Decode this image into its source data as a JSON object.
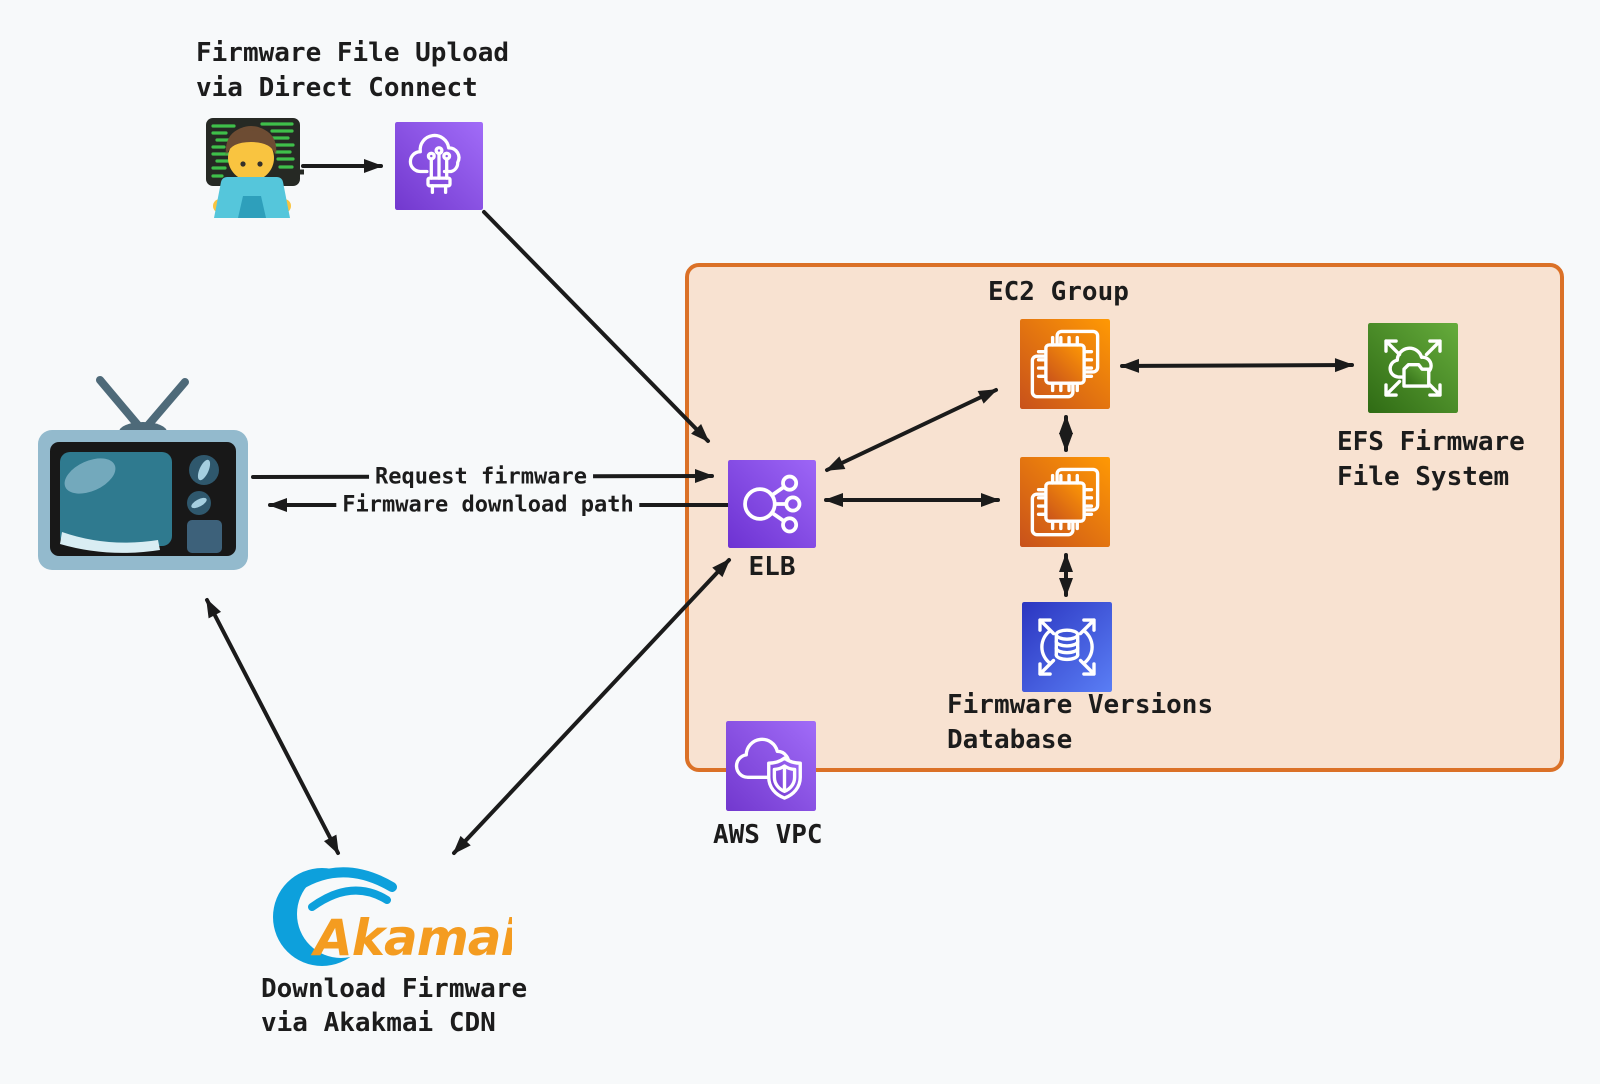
{
  "page": {
    "background_color": "#F7F9FA",
    "arrow_color": "#1B1B1B",
    "text_color": "#1C1C1C"
  },
  "upload_source": {
    "title_line1": "Firmware File Upload",
    "title_line2": "via Direct Connect",
    "icon": "technologist-emoji"
  },
  "direct_connect": {
    "icon": "aws-direct-connect-icon",
    "color_dark": "#7238CE",
    "color_light": "#A16CF8"
  },
  "client_device": {
    "icon": "television-emoji"
  },
  "flow_labels": {
    "request": "Request firmware",
    "download": "Firmware download path"
  },
  "vpc": {
    "label": "AWS VPC",
    "border_color": "#DB7127",
    "fill_color": "#F8E2D1",
    "ec2_group": {
      "label": "EC2 Group",
      "color_dark": "#C8511B",
      "color_light": "#FF9904"
    },
    "elb": {
      "label": "ELB",
      "color_dark": "#6D32D2",
      "color_light": "#9D66F6"
    },
    "database": {
      "label_line1": "Firmware Versions",
      "label_line2": "Database",
      "color_dark": "#2B35C0",
      "color_light": "#5A7EF5"
    },
    "efs": {
      "label_line1": "EFS Firmware",
      "label_line2": "File System",
      "color_dark": "#2F6B14",
      "color_light": "#66AC3C"
    }
  },
  "akamai": {
    "brand": "Akamai",
    "brand_color": "#F49C20",
    "swoosh_color": "#0DA0DC",
    "caption_line1": "Download Firmware",
    "caption_line2": "via Akakmai CDN"
  }
}
